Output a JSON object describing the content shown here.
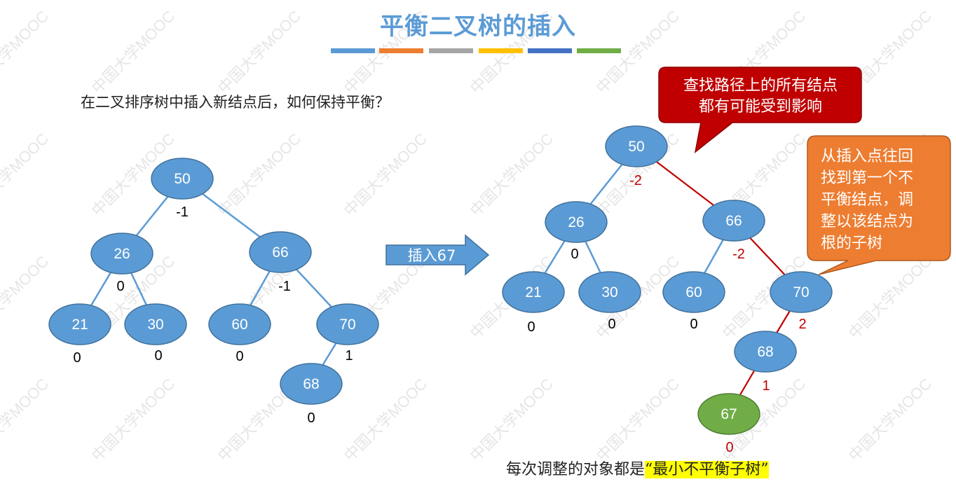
{
  "title": "平衡二叉树的插入",
  "color_bars": [
    "#5B9BD5",
    "#ED7D31",
    "#A5A5A5",
    "#FFC000",
    "#4472C4",
    "#70AD47"
  ],
  "question": "在二叉排序树中插入新结点后，如何保持平衡？",
  "arrow_label": "插入67",
  "left_tree": {
    "nodes": [
      {
        "id": "50",
        "label": "50",
        "bf": "-1"
      },
      {
        "id": "26",
        "label": "26",
        "bf": "0"
      },
      {
        "id": "66",
        "label": "66",
        "bf": "-1"
      },
      {
        "id": "21",
        "label": "21",
        "bf": "0"
      },
      {
        "id": "30",
        "label": "30",
        "bf": "0"
      },
      {
        "id": "60",
        "label": "60",
        "bf": "0"
      },
      {
        "id": "70",
        "label": "70",
        "bf": "1"
      },
      {
        "id": "68",
        "label": "68",
        "bf": "0"
      }
    ],
    "edges": [
      [
        "50",
        "26"
      ],
      [
        "50",
        "66"
      ],
      [
        "26",
        "21"
      ],
      [
        "26",
        "30"
      ],
      [
        "66",
        "60"
      ],
      [
        "66",
        "70"
      ],
      [
        "70",
        "68"
      ]
    ]
  },
  "right_tree": {
    "nodes": [
      {
        "id": "50",
        "label": "50",
        "bf": "-2",
        "bf_color": "#C00000"
      },
      {
        "id": "26",
        "label": "26",
        "bf": "0",
        "bf_color": "#000000"
      },
      {
        "id": "66",
        "label": "66",
        "bf": "-2",
        "bf_color": "#C00000"
      },
      {
        "id": "21",
        "label": "21",
        "bf": "0",
        "bf_color": "#000000"
      },
      {
        "id": "30",
        "label": "30",
        "bf": "0",
        "bf_color": "#000000"
      },
      {
        "id": "60",
        "label": "60",
        "bf": "0",
        "bf_color": "#000000"
      },
      {
        "id": "70",
        "label": "70",
        "bf": "2",
        "bf_color": "#C00000"
      },
      {
        "id": "68",
        "label": "68",
        "bf": "1",
        "bf_color": "#C00000"
      },
      {
        "id": "67",
        "label": "67",
        "bf": "0",
        "bf_color": "#C00000",
        "new": true
      }
    ],
    "edges": [
      {
        "from": "50",
        "to": "26",
        "path": false
      },
      {
        "from": "50",
        "to": "66",
        "path": true
      },
      {
        "from": "26",
        "to": "21",
        "path": false
      },
      {
        "from": "26",
        "to": "30",
        "path": false
      },
      {
        "from": "66",
        "to": "60",
        "path": false
      },
      {
        "from": "66",
        "to": "70",
        "path": true
      },
      {
        "from": "70",
        "to": "68",
        "path": true
      },
      {
        "from": "68",
        "to": "67",
        "path": true
      }
    ]
  },
  "callout_red": {
    "lines": [
      "查找路径上的所有结点",
      "都有可能受到影响"
    ],
    "color": "#C00000"
  },
  "callout_orange": {
    "lines": [
      "从插入点往回",
      "找到第一个不",
      "平衡结点，调",
      "整以该结点为",
      "根的子树"
    ],
    "color": "#ED7D31"
  },
  "bottom_note": {
    "prefix": "每次调整的对象都是",
    "highlight": "“最小不平衡子树”"
  },
  "colors": {
    "node_fill": "#5B9BD5",
    "node_stroke": "#41719C",
    "edge": "#5B9BD5",
    "path_edge": "#C00000",
    "new_node": "#70AD47"
  },
  "watermark": "中国大学MOOC"
}
